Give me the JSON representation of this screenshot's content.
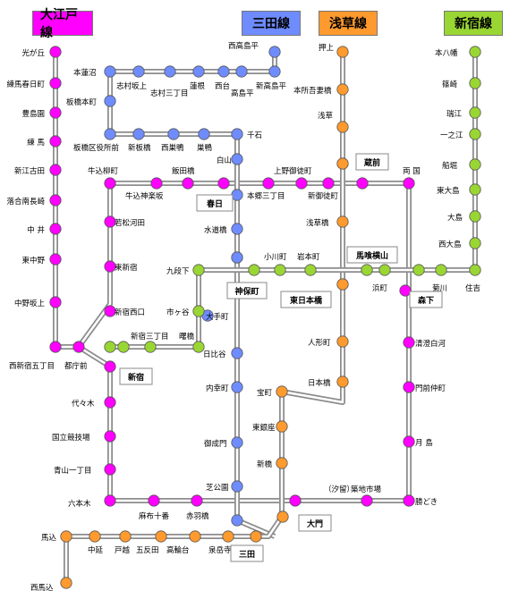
{
  "lines": {
    "oedo": {
      "name": "大江戸線",
      "color": "#ff00ff"
    },
    "mita": {
      "name": "三田線",
      "color": "#6f8cff"
    },
    "asakusa": {
      "name": "浅草線",
      "color": "#ff9a2e"
    },
    "shinjuku": {
      "name": "新宿線",
      "color": "#99d633"
    }
  },
  "track_color": "#8c8c8c",
  "labels": {
    "hikarigaoka": "光が丘",
    "nerima_kasugacho": "練馬春日町",
    "toshimaen": "豊島園",
    "nerima": "練 馬",
    "shin_egota": "新江古田",
    "ochiai_minami_nagasaki": "落合南長崎",
    "nakai": "中 井",
    "higashi_nakano": "東中野",
    "nakano_sakaue": "中野坂上",
    "nishi_shinjuku_gochome": "西新宿五丁目",
    "tochomae": "都庁前",
    "shinjuku_nishiguchi": "新宿西口",
    "higashi_shinjuku": "東新宿",
    "wakamatsu_kawada": "若松河田",
    "ushigome_yanagicho": "牛込柳町",
    "ushigome_kagurazaka": "牛込神楽坂",
    "iidabashi": "飯田橋",
    "hongo_sanchome": "本郷三丁目",
    "ueno_okachimachi": "上野御徒町",
    "shin_okachimachi": "新御徒町",
    "ryogoku": "両 国",
    "morishita": "森下",
    "kiyosumi_shirakawa": "清澄白河",
    "monzen_nakacho": "門前仲町",
    "tsukishima": "月 島",
    "kachidoki": "勝どき",
    "tsukiji_shijo": "築地市場",
    "shiodome": "（汐留）",
    "azabu_juban": "麻布十番",
    "akabanebashi": "赤羽橋",
    "roppongi": "六本木",
    "aoyama_itchome": "青山一丁目",
    "kokuritsu_kyogijo": "国立競技場",
    "yoyogi": "代々木",
    "shinjuku": "新宿",
    "nishi_takashimadaira": "西高島平",
    "shin_takashimadaira": "新高島平",
    "takashimadaira": "高島平",
    "nishidai": "西台",
    "hasune": "蓮根",
    "shimura_sanchome": "志村三丁目",
    "shimura_sakaue": "志村坂上",
    "motohasunuma": "本蓮沼",
    "itabashi_honcho": "板橋本町",
    "itabashi_kuyakushomae": "板橋区役所前",
    "shin_itabashi": "新板橋",
    "nishi_sugamo": "西巣鴨",
    "sugamo": "巣鴨",
    "sengoku": "千石",
    "hakusan": "白山",
    "kasuga": "春日",
    "suidobashi": "水道橋",
    "jimbocho": "神保町",
    "otemachi": "大手町",
    "hibiya": "日比谷",
    "uchisaiwaicho": "内幸町",
    "onarimon": "御成門",
    "shibakoen": "芝公園",
    "mita": "三田",
    "oshiage": "押上",
    "honjo_azumabashi": "本所吾妻橋",
    "asakusa": "浅草",
    "kuramae": "蔵前",
    "asakusabashi": "浅草橋",
    "higashi_nihombashi": "東日本橋",
    "ningyocho": "人形町",
    "nihombashi": "日本橋",
    "takaracho": "宝町",
    "higashi_ginza": "東銀座",
    "shimbashi": "新橋",
    "daimon": "大門",
    "motoyawata": "本八幡",
    "shinozaki": "篠崎",
    "mizue": "瑞江",
    "ichinoe": "一之江",
    "funabori": "船堀",
    "higashi_ojima": "東大島",
    "ojima": "大島",
    "nishi_ojima": "西大島",
    "sumiyoshi": "住吉",
    "kikukawa": "菊川",
    "hamacho": "浜町",
    "bakuro_yokoyama": "馬喰横山",
    "iwamotocho": "岩本町",
    "ogawamachi": "小川町",
    "kudanshita": "九段下",
    "ichigaya": "市ヶ谷",
    "akebonobashi": "曙橋",
    "shinjuku_sanchome": "新宿三丁目",
    "magome": "馬込",
    "nishi_magome": "西馬込",
    "nakanobu": "中延",
    "togoshi": "戸越",
    "gotanda": "五反田",
    "takanawadai": "高輪台",
    "sengakuji": "泉岳寺"
  }
}
